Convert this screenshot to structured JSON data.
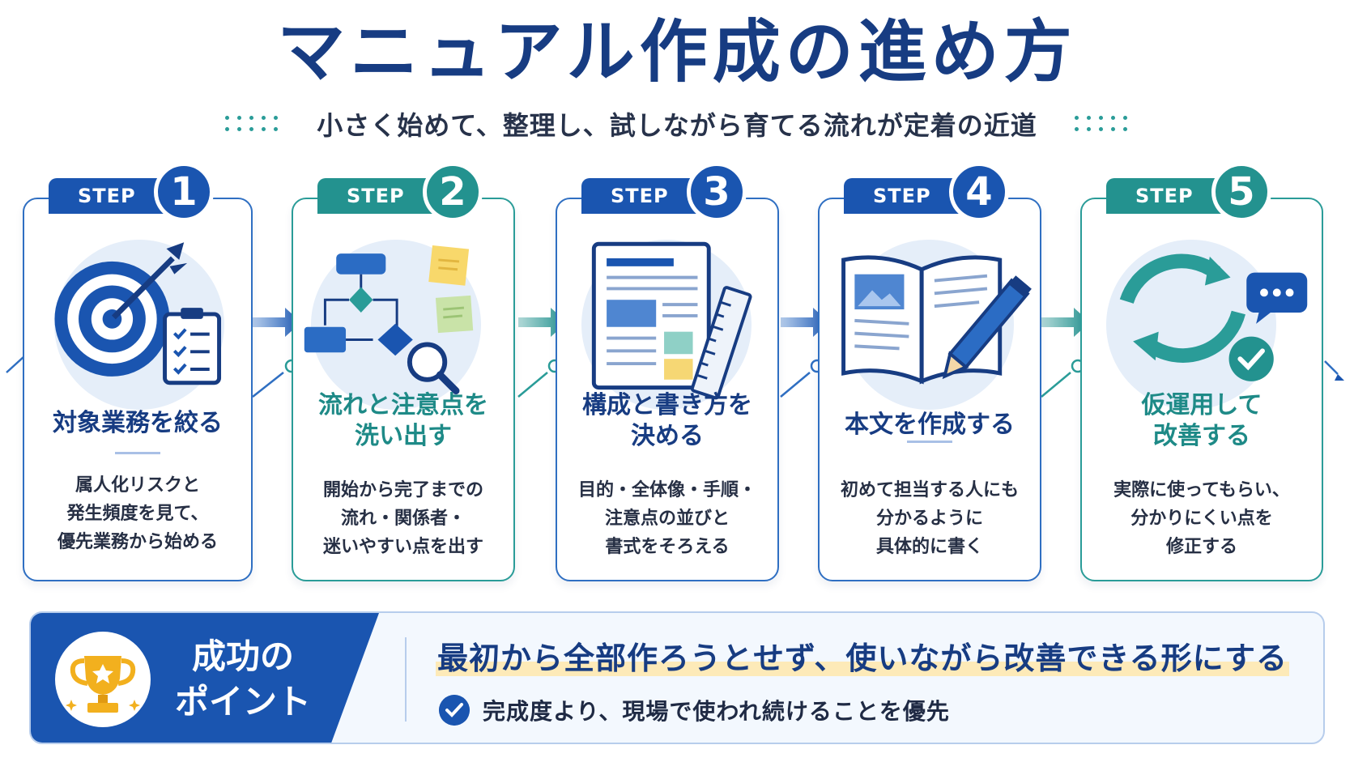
{
  "header": {
    "title": "マニュアル作成の進め方",
    "subtitle": "小さく始めて、整理し、試しながら育てる流れが定着の近道"
  },
  "colors": {
    "blue": "#1a55b0",
    "navy": "#173c82",
    "teal": "#23928f",
    "highlight": "#fdeab8",
    "gold": "#f2b01e"
  },
  "steps": [
    {
      "label": "STEP",
      "number": "1",
      "title_lines": [
        "対象業務を絞る",
        ""
      ],
      "desc_lines": [
        "属人化リスクと",
        "発生頻度を見て、",
        "優先業務から始める"
      ],
      "icon": "target-clipboard-icon",
      "theme": "blue"
    },
    {
      "label": "STEP",
      "number": "2",
      "title_lines": [
        "流れと注意点を",
        "洗い出す"
      ],
      "desc_lines": [
        "開始から完了までの",
        "流れ・関係者・",
        "迷いやすい点を出す"
      ],
      "icon": "flowchart-magnifier-icon",
      "theme": "teal"
    },
    {
      "label": "STEP",
      "number": "3",
      "title_lines": [
        "構成と書き方を",
        "決める"
      ],
      "desc_lines": [
        "目的・全体像・手順・",
        "注意点の並びと",
        "書式をそろえる"
      ],
      "icon": "document-ruler-icon",
      "theme": "blue"
    },
    {
      "label": "STEP",
      "number": "4",
      "title_lines": [
        "本文を作成する",
        ""
      ],
      "desc_lines": [
        "初めて担当する人にも",
        "分かるように",
        "具体的に書く"
      ],
      "icon": "book-pencil-icon",
      "theme": "blue"
    },
    {
      "label": "STEP",
      "number": "5",
      "title_lines": [
        "仮運用して",
        "改善する"
      ],
      "desc_lines": [
        "実際に使ってもらい、",
        "分かりにくい点を",
        "修正する"
      ],
      "icon": "cycle-chat-check-icon",
      "theme": "teal"
    }
  ],
  "success": {
    "label_lines": [
      "成功の",
      "ポイント"
    ],
    "main_message": "最初から全部作ろうとせず、使いながら改善できる形にする",
    "sub_message": "完成度より、現場で使われ続けることを優先",
    "icon": "trophy-icon"
  }
}
